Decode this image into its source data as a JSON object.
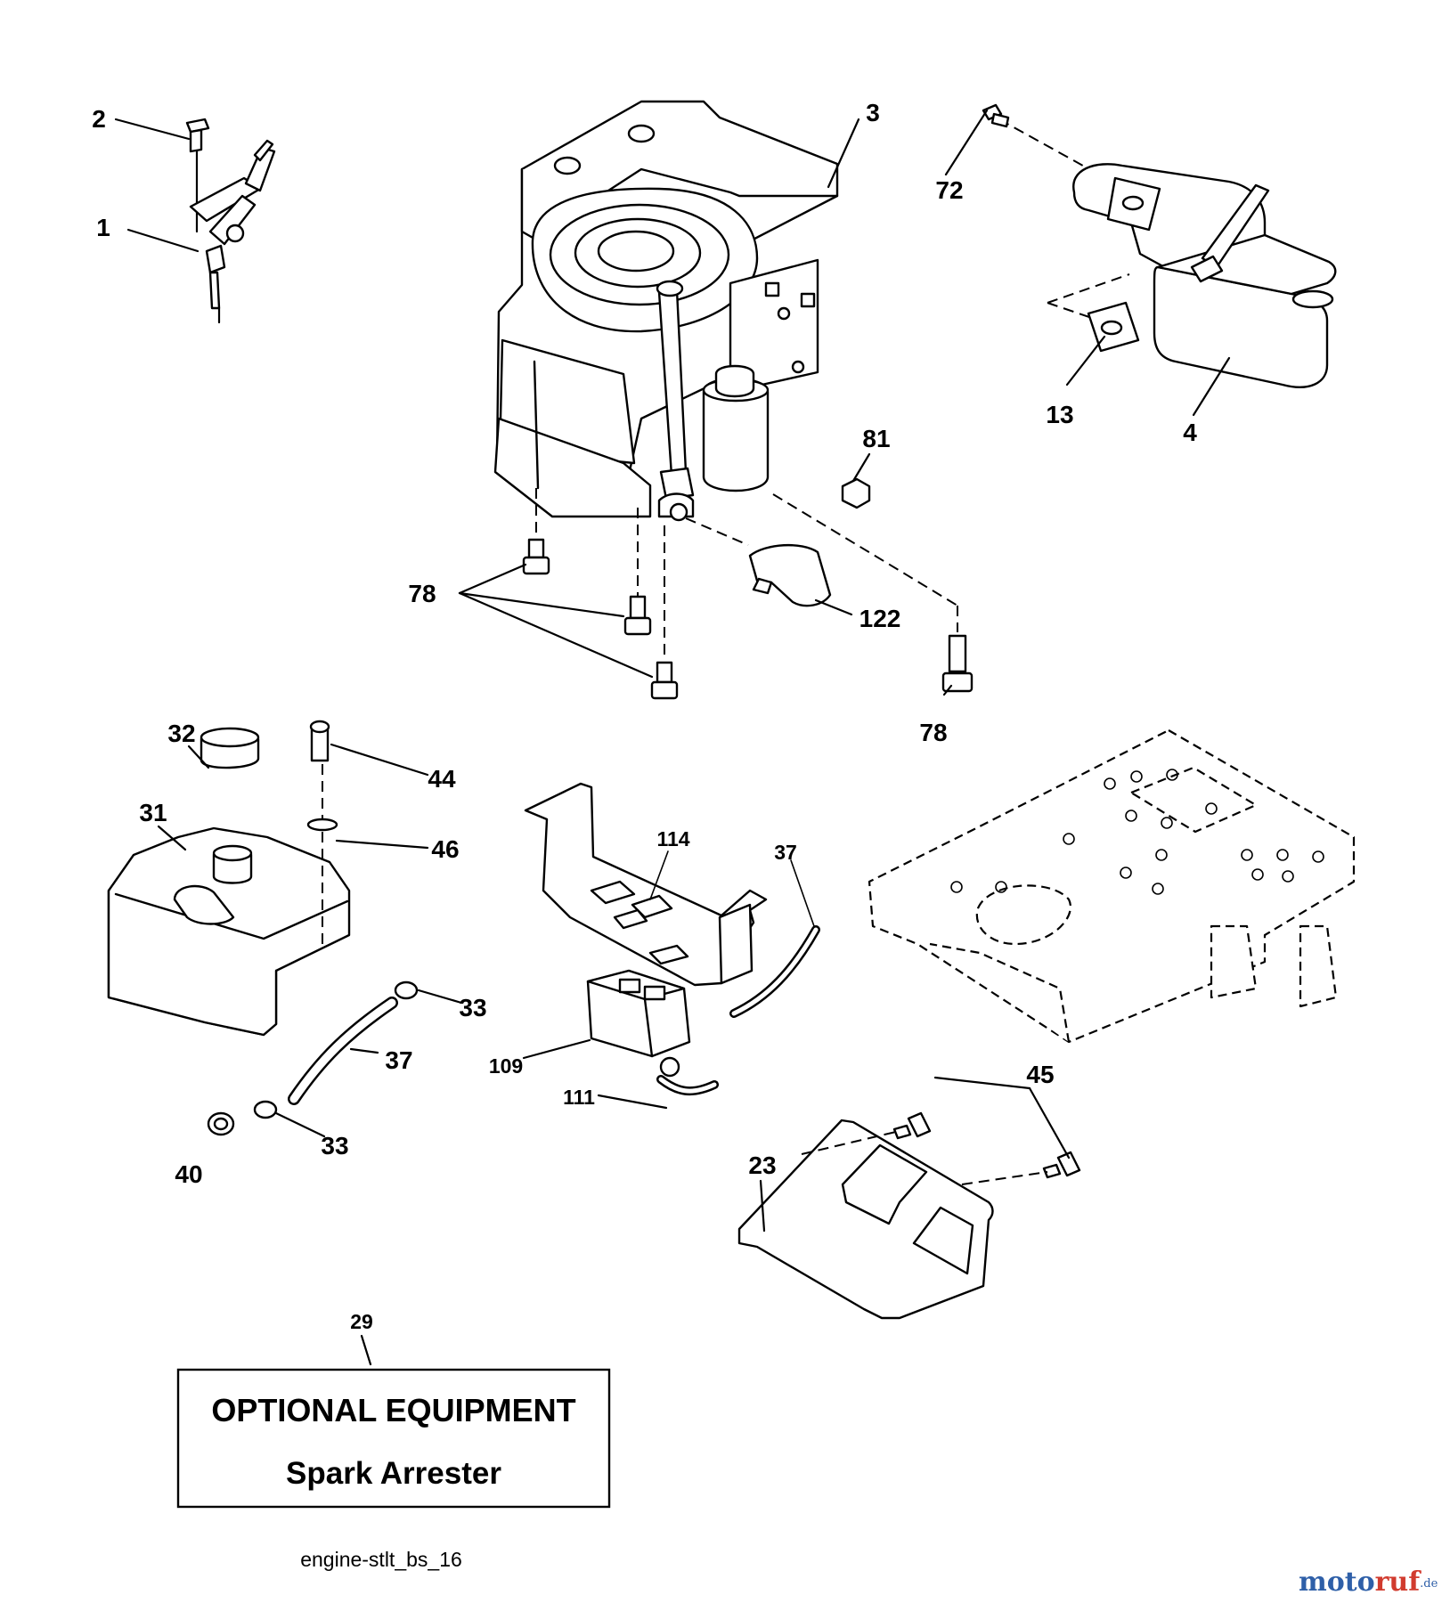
{
  "callouts": {
    "p1": "1",
    "p2": "2",
    "p3": "3",
    "p4": "4",
    "p13": "13",
    "p72": "72",
    "p81": "81",
    "p78a": "78",
    "p78b": "78",
    "p122": "122",
    "p32": "32",
    "p44": "44",
    "p31": "31",
    "p46": "46",
    "p114": "114",
    "p37a": "37",
    "p37b": "37",
    "p33a": "33",
    "p33b": "33",
    "p109": "109",
    "p111": "111",
    "p40": "40",
    "p45": "45",
    "p23": "23",
    "p29": "29"
  },
  "optional_box": {
    "line1": "OPTIONAL EQUIPMENT",
    "line2": "Spark Arrester"
  },
  "figure_name": "engine-stlt_bs_16",
  "watermark": {
    "text_blue": "moto",
    "text_red": "ruf",
    "suffix": ".de",
    "color_blue": "#2e5fa8",
    "color_red": "#d13b2e"
  }
}
